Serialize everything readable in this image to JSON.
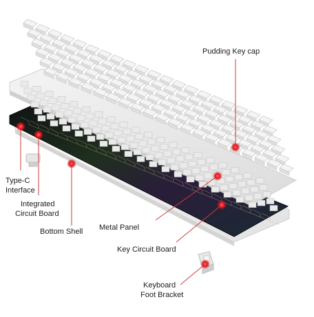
{
  "labels": {
    "pudding_keycap": "Pudding Key cap",
    "type_c": "Type-C",
    "interface": "Interface",
    "integrated": "Integrated",
    "circuit_board": "Circuit Board",
    "bottom_shell": "Bottom Shell",
    "metal_panel": "Metal Panel",
    "key_circuit_board": "Key Circuit Board",
    "keyboard": "Keyboard",
    "foot_bracket": "Foot Bracket"
  },
  "colors": {
    "marker": "#e0141e",
    "leader": "#d23a3a",
    "pcb_dark": "#141a1a",
    "keycap": "#f2f2f2"
  }
}
